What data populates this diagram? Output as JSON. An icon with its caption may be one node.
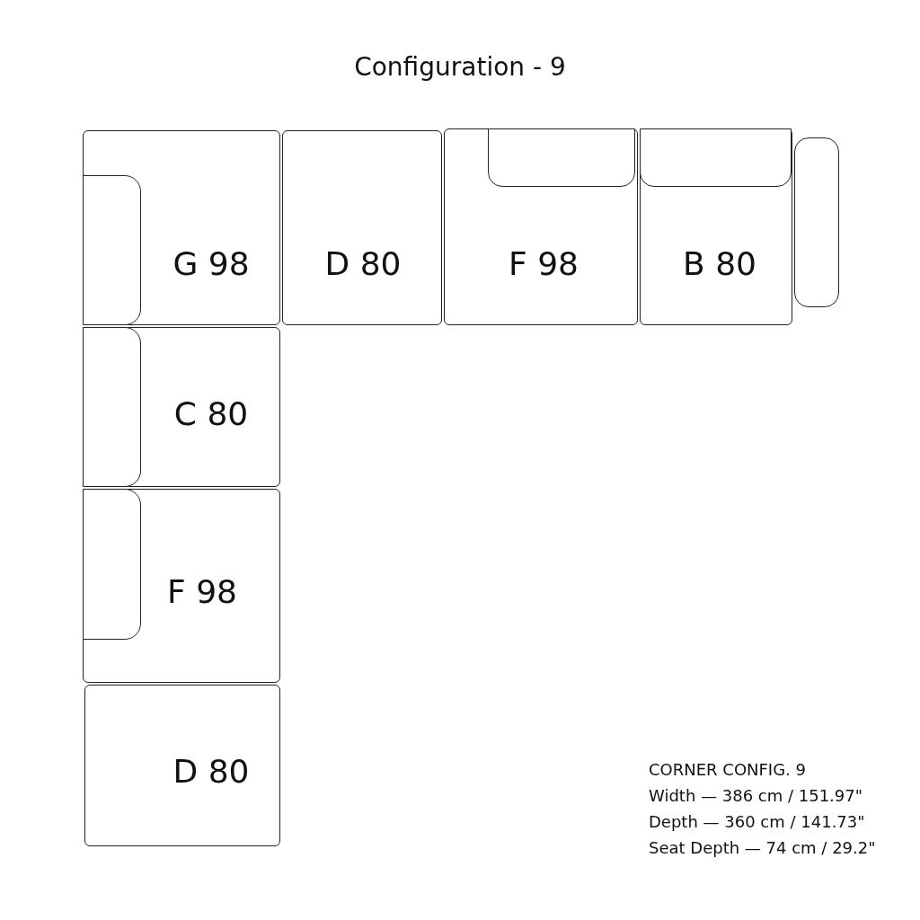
{
  "diagram": {
    "title": "Configuration - 9",
    "nodes": [
      {
        "text": [
          "G 98"
        ]
      },
      {
        "text": [],
        "shape": "box",
        "in": 0
      },
      {
        "text": [
          "D 80"
        ]
      },
      {
        "text": [
          "F 98"
        ]
      },
      {
        "text": [],
        "shape": "box",
        "in": 3
      },
      {
        "text": [
          "B 80"
        ]
      },
      {
        "text": [],
        "shape": "box",
        "in": 5
      },
      {
        "text": [],
        "shape": "box"
      },
      {
        "text": [
          "C 80"
        ]
      },
      {
        "text": [],
        "shape": "box",
        "in": 8
      },
      {
        "text": [
          "F 98"
        ]
      },
      {
        "text": [],
        "shape": "box",
        "in": 10
      },
      {
        "text": [
          "D 80"
        ]
      }
    ],
    "labels": [
      "CORNER CONFIG. 9",
      "Width — 386 cm / 151.97\"",
      "Depth — 360 cm / 141.73\"",
      "Seat Depth — 74 cm / 29.2\""
    ]
  }
}
